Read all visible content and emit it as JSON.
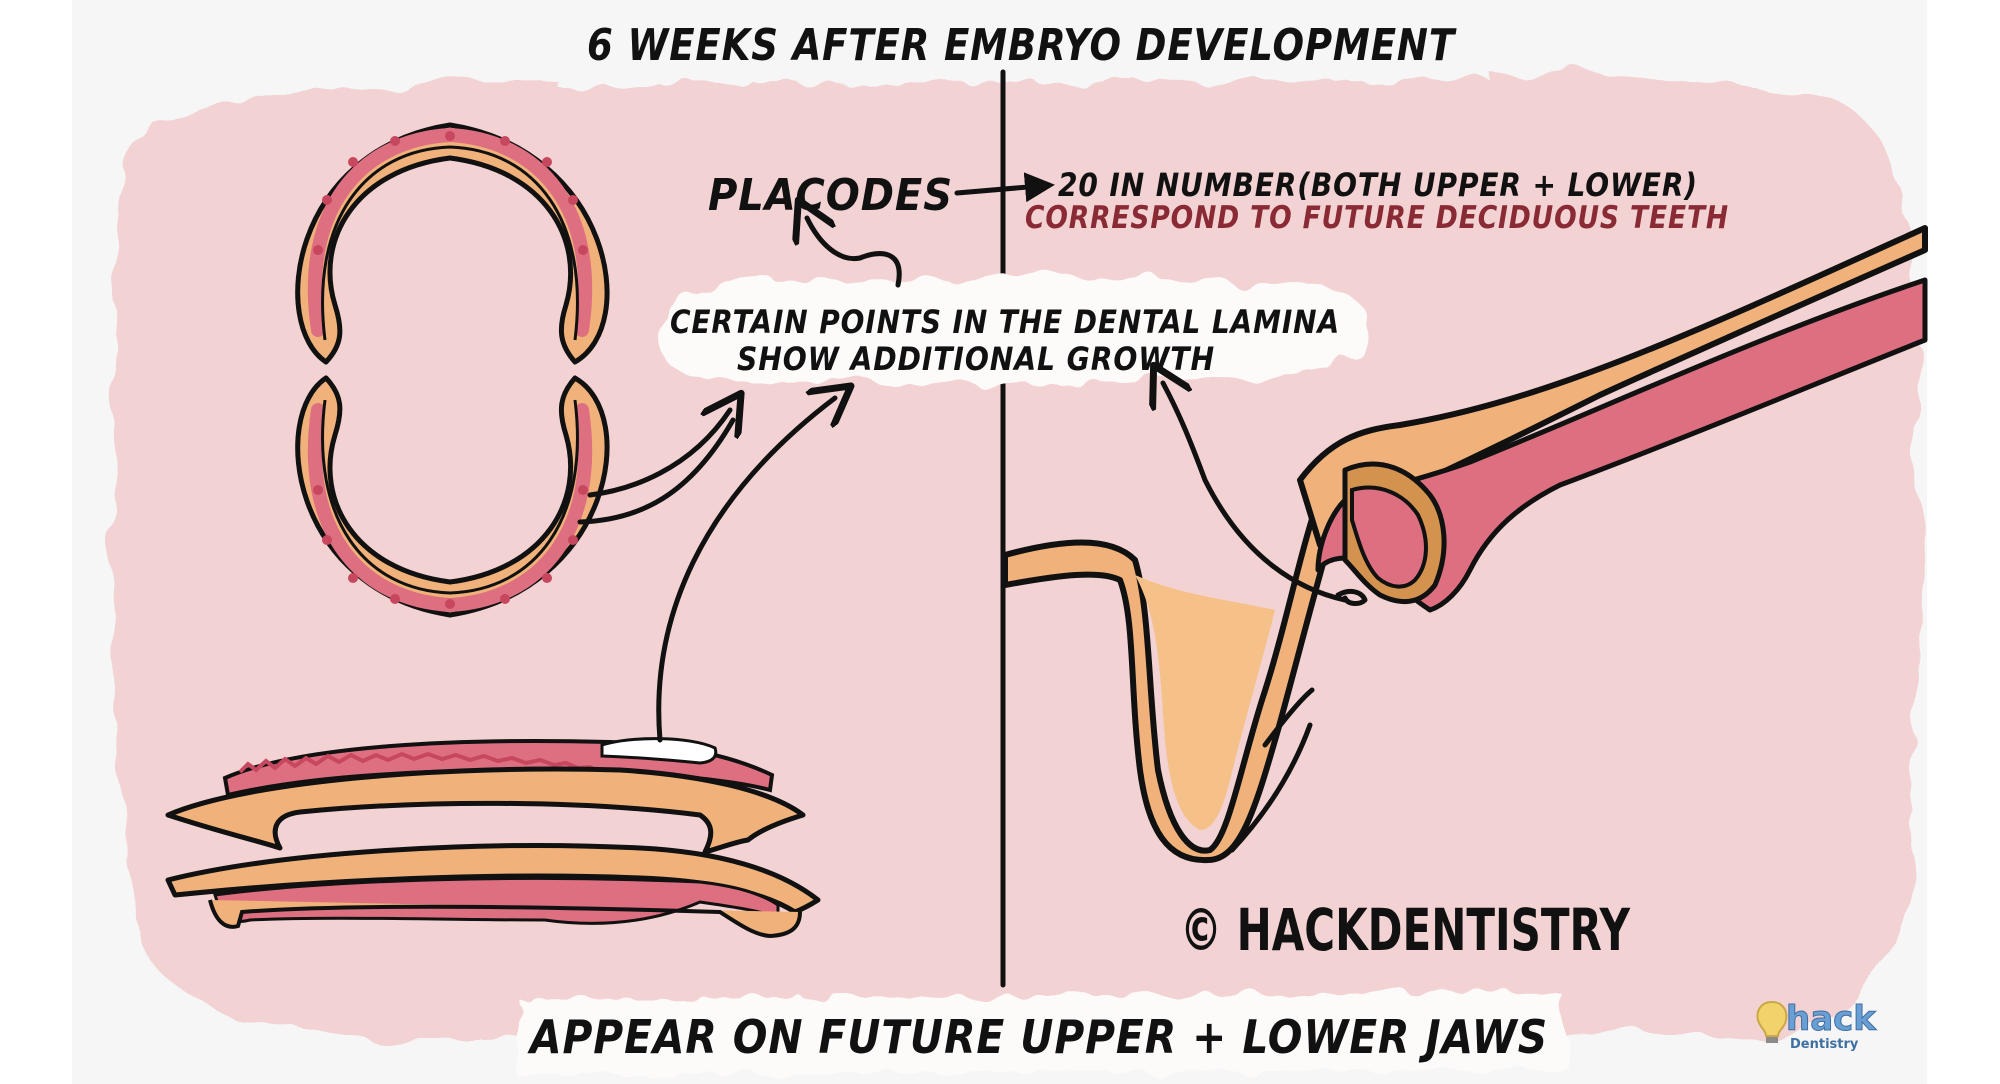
{
  "diagram": {
    "title": "6 WEEKS AFTER EMBRYO DEVELOPMENT",
    "placodes_label": "PLACODES",
    "number_note": "20 IN NUMBER(BOTH UPPER + LOWER)",
    "correspond_note": "CORRESPOND TO FUTURE DECIDUOUS TEETH",
    "cloud_line1": "CERTAIN POINTS IN THE DENTAL LAMINA",
    "cloud_line2": "SHOW ADDITIONAL GROWTH",
    "bottom_caption": "APPEAR ON FUTURE UPPER + LOWER JAWS",
    "copyright": "© HACKDENTISTRY",
    "logo_text": "hack",
    "logo_subtext": "Dentistry"
  },
  "colors": {
    "page_bg": "#ffffff",
    "canvas_bg": "#f7f6f6",
    "pink_blob": "#f2d2d2",
    "bone_orange": "#f0b27a",
    "bone_dark": "#d4924f",
    "lamina_red": "#de6f80",
    "lamina_dots": "#c7485e",
    "cloud_white": "#fdfafa",
    "ink": "#111111",
    "dark_red_text": "#8a2a35",
    "logo_blue": "#6a9fd4",
    "logo_yellow": "#f2d36b"
  },
  "icons": [
    "copyright-icon",
    "lightbulb-logo-icon"
  ]
}
